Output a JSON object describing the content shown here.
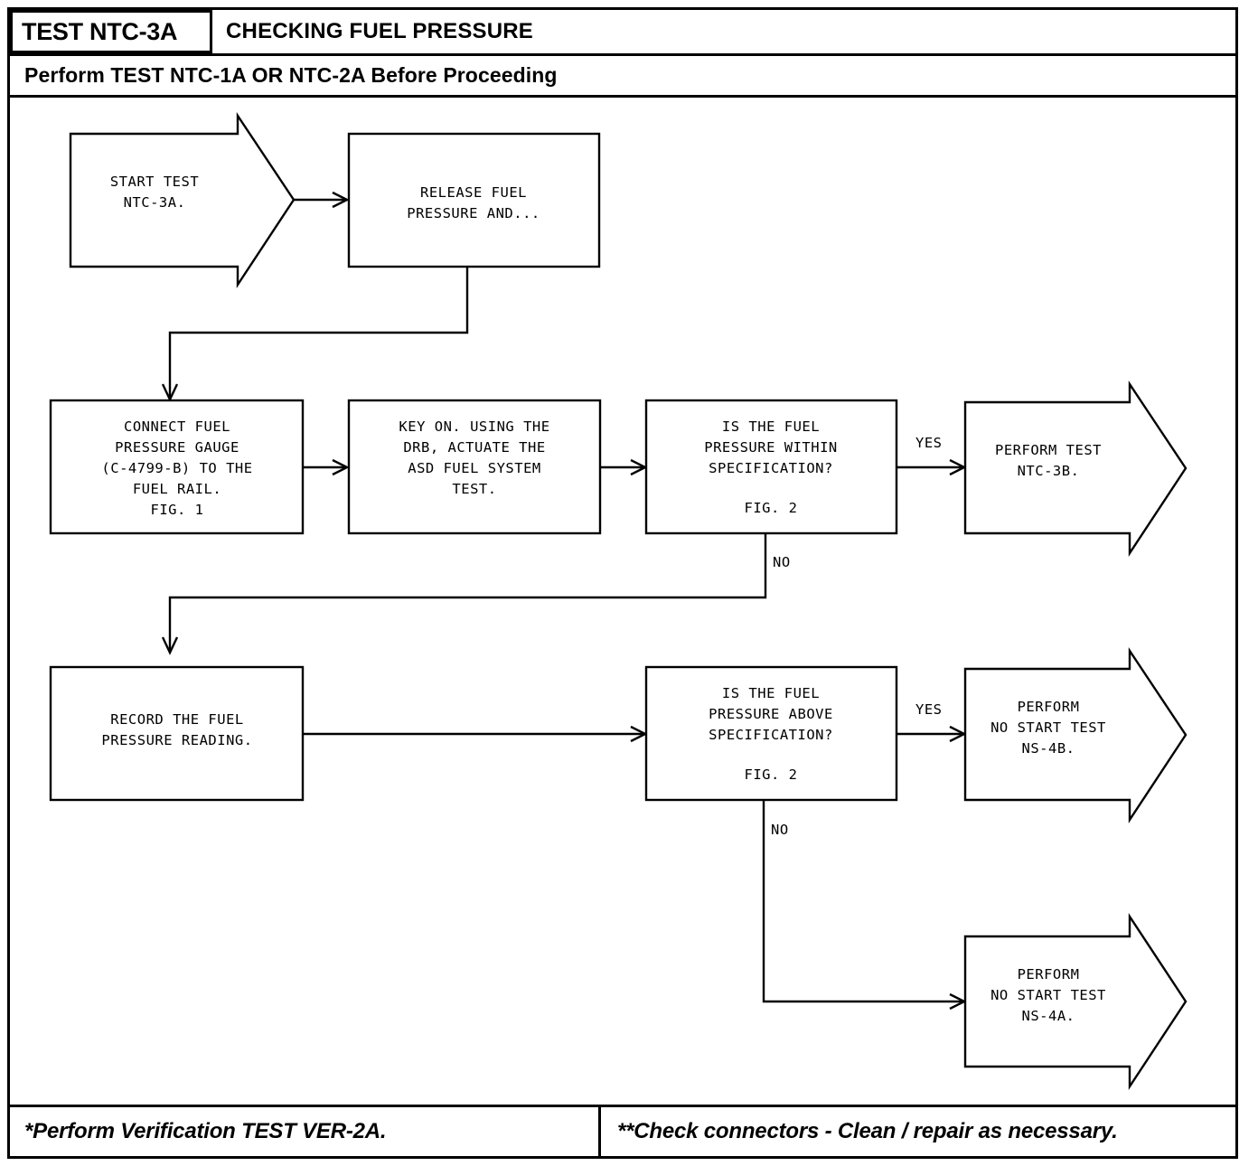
{
  "header": {
    "tag": "TEST NTC-3A",
    "title": "CHECKING FUEL PRESSURE",
    "subtitle": "Perform TEST NTC-1A OR NTC-2A Before Proceeding"
  },
  "footer": {
    "left": "*Perform Verification TEST VER-2A.",
    "right": "**Check connectors - Clean / repair as necessary."
  },
  "colors": {
    "ink": "#000000",
    "paper": "#ffffff"
  },
  "flow": {
    "nodes": [
      {
        "id": "start",
        "shape": "arrow-pentagon",
        "lines": [
          "START TEST",
          "NTC-3A."
        ]
      },
      {
        "id": "release",
        "shape": "rect",
        "lines": [
          "RELEASE FUEL",
          "PRESSURE AND..."
        ]
      },
      {
        "id": "connect",
        "shape": "rect",
        "lines": [
          "CONNECT FUEL",
          "PRESSURE GAUGE",
          "(C-4799-B) TO THE",
          "FUEL RAIL.",
          "FIG. 1"
        ]
      },
      {
        "id": "keyon",
        "shape": "rect",
        "lines": [
          "KEY ON. USING THE",
          "DRB, ACTUATE THE",
          "ASD FUEL SYSTEM",
          "TEST."
        ]
      },
      {
        "id": "within",
        "shape": "rect",
        "lines": [
          "IS THE FUEL",
          "PRESSURE WITHIN",
          "SPECIFICATION?",
          "",
          "FIG. 2"
        ]
      },
      {
        "id": "ntc3b",
        "shape": "arrow-pentagon",
        "lines": [
          "PERFORM TEST",
          "NTC-3B."
        ]
      },
      {
        "id": "record",
        "shape": "rect",
        "lines": [
          "RECORD THE FUEL",
          "PRESSURE READING."
        ]
      },
      {
        "id": "above",
        "shape": "rect",
        "lines": [
          "IS THE FUEL",
          "PRESSURE ABOVE",
          "SPECIFICATION?",
          "",
          "FIG. 2"
        ]
      },
      {
        "id": "ns4b",
        "shape": "arrow-pentagon",
        "lines": [
          "PERFORM",
          "NO START TEST",
          "NS-4B."
        ]
      },
      {
        "id": "ns4a",
        "shape": "arrow-pentagon",
        "lines": [
          "PERFORM",
          "NO START TEST",
          "NS-4A."
        ]
      }
    ],
    "edges": [
      {
        "from": "start",
        "to": "release",
        "label": ""
      },
      {
        "from": "release",
        "to": "connect",
        "label": ""
      },
      {
        "from": "connect",
        "to": "keyon",
        "label": ""
      },
      {
        "from": "keyon",
        "to": "within",
        "label": ""
      },
      {
        "from": "within",
        "to": "ntc3b",
        "label": "YES"
      },
      {
        "from": "within",
        "to": "record",
        "label": "NO"
      },
      {
        "from": "record",
        "to": "above",
        "label": ""
      },
      {
        "from": "above",
        "to": "ns4b",
        "label": "YES"
      },
      {
        "from": "above",
        "to": "ns4a",
        "label": "NO"
      }
    ],
    "labels": {
      "yes1": "YES",
      "no1": "NO",
      "yes2": "YES",
      "no2": "NO"
    }
  }
}
